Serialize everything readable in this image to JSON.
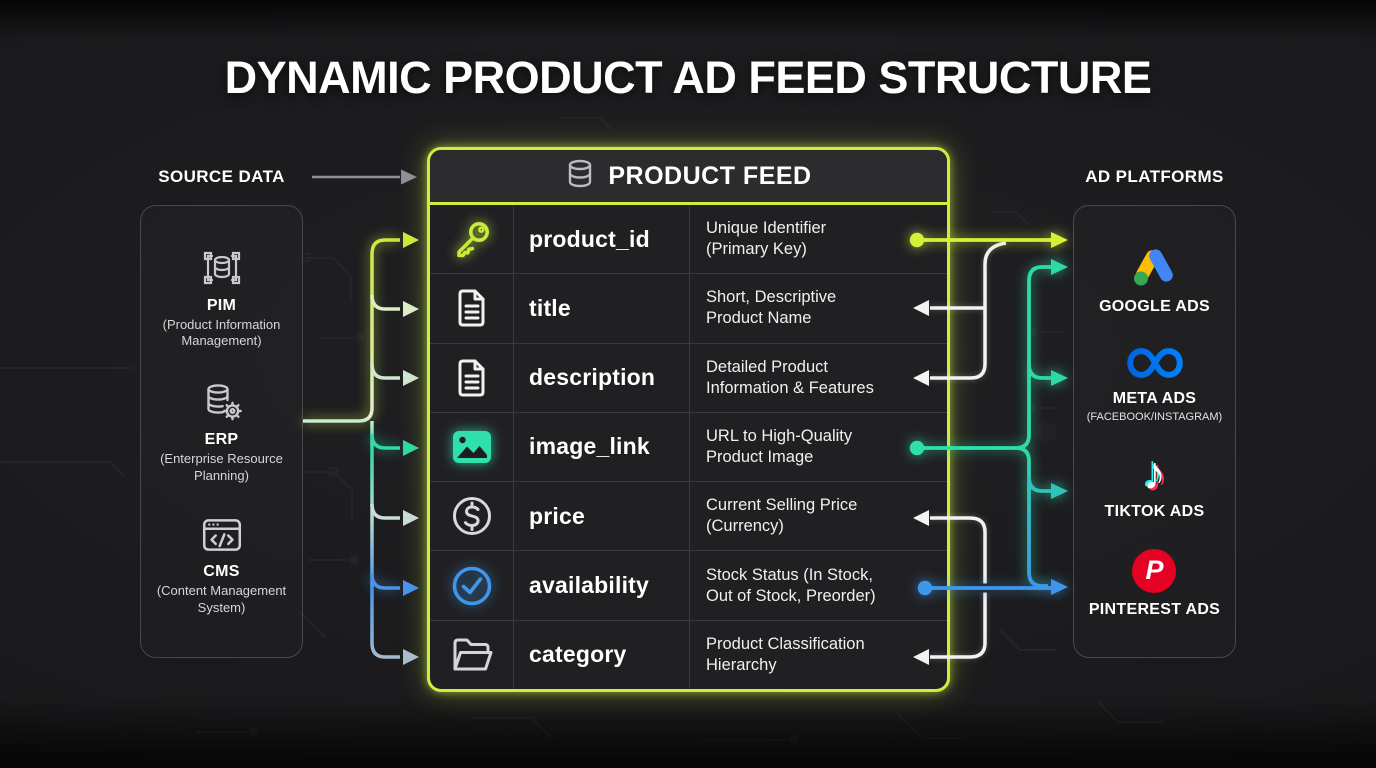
{
  "title": "DYNAMIC PRODUCT AD FEED STRUCTURE",
  "source_panel": {
    "heading": "SOURCE DATA",
    "items": [
      {
        "name": "PIM",
        "sublabel": "(Product Information Management)",
        "icon": "pim-database-icon"
      },
      {
        "name": "ERP",
        "sublabel": "(Enterprise Resource Planning)",
        "icon": "erp-database-gear-icon"
      },
      {
        "name": "CMS",
        "sublabel": "(Content Management System)",
        "icon": "cms-browser-code-icon"
      }
    ]
  },
  "feed_table": {
    "heading": "PRODUCT FEED",
    "header_icon": "database-icon",
    "rows": [
      {
        "field": "product_id",
        "icon": "key-icon",
        "description": "Unique Identifier (Primary Key)"
      },
      {
        "field": "title",
        "icon": "file-text-icon",
        "description": "Short, Descriptive Product Name"
      },
      {
        "field": "description",
        "icon": "file-text-icon",
        "description": "Detailed Product Information & Features"
      },
      {
        "field": "image_link",
        "icon": "image-icon",
        "description": "URL to High-Quality Product Image"
      },
      {
        "field": "price",
        "icon": "dollar-circle-icon",
        "description": "Current Selling Price (Currency)"
      },
      {
        "field": "availability",
        "icon": "check-circle-icon",
        "description": "Stock Status (In Stock, Out of Stock, Preorder)"
      },
      {
        "field": "category",
        "icon": "folder-icon",
        "description": "Product Classification Hierarchy"
      }
    ]
  },
  "platforms_panel": {
    "heading": "AD PLATFORMS",
    "items": [
      {
        "name": "GOOGLE ADS",
        "icon": "google-ads-logo"
      },
      {
        "name": "META ADS",
        "sublabel": "(FACEBOOK/INSTAGRAM)",
        "icon": "meta-logo"
      },
      {
        "name": "TIKTOK ADS",
        "icon": "tiktok-logo"
      },
      {
        "name": "PINTEREST ADS",
        "icon": "pinterest-logo"
      }
    ]
  },
  "connectors": {
    "left": "ERP/PIM/CMS sources branch from one spine into every feed field (lime at top fading to teal then blue at bottom)",
    "right_flows": [
      {
        "from": "product_id",
        "to": "GOOGLE ADS",
        "color": "#d6f036"
      },
      {
        "from": "image_link",
        "to": "GOOGLE ADS / META ADS / TIKTOK ADS / PINTEREST ADS",
        "color": "#2fe0ac"
      },
      {
        "from": "availability",
        "to": "PINTEREST ADS",
        "color": "#3f97ec"
      }
    ],
    "right_returns": [
      "title",
      "description",
      "price",
      "category"
    ]
  },
  "colors": {
    "lime": "#cdee3f",
    "teal": "#2fe0ac",
    "blue": "#3f97ec",
    "white_line": "#f2f2f2",
    "meta_blue": "#0082fb",
    "pinterest_red": "#e60023",
    "google": [
      "#4285f4",
      "#fbbc04",
      "#34a853"
    ],
    "tiktok": [
      "#25f4ee",
      "#fe2c55",
      "#ffffff"
    ],
    "background": "#1a1a1c",
    "panel_border": "#49494d"
  }
}
